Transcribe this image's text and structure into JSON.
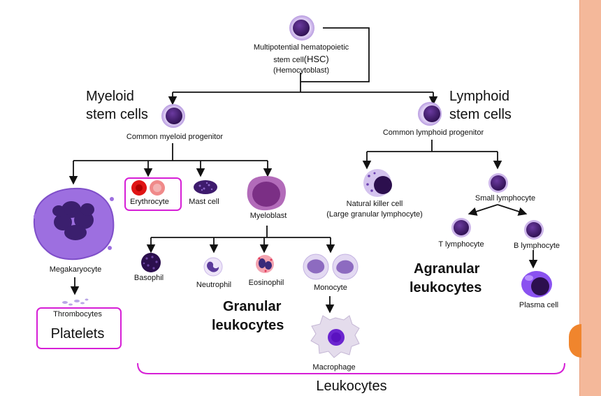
{
  "diagram": {
    "hsc": {
      "line1": "Multipotential hematopoietic",
      "line2": "stem cell",
      "abbr": "(HSC)",
      "line3": "(Hemocytoblast)"
    },
    "myeloid": {
      "line1": "Myeloid",
      "line2": "stem cells",
      "progenitor": "Common myeloid progenitor"
    },
    "lymphoid": {
      "line1": "Lymphoid",
      "line2": "stem cells",
      "progenitor": "Common lymphoid progenitor"
    },
    "cells": {
      "megakaryocyte": "Megakaryocyte",
      "thrombocytes": "Thrombocytes",
      "platelets": "Platelets",
      "erythrocyte": "Erythrocyte",
      "mast_cell": "Mast cell",
      "myeloblast": "Myeloblast",
      "basophil": "Basophil",
      "neutrophil": "Neutrophil",
      "eosinophil": "Eosinophil",
      "monocyte": "Monocyte",
      "macrophage": "Macrophage",
      "nk_line1": "Natural killer cell",
      "nk_line2": "(Large granular lymphocyte)",
      "small_lymphocyte": "Small lymphocyte",
      "t_lymphocyte": "T lymphocyte",
      "b_lymphocyte": "B lymphocyte",
      "plasma_cell": "Plasma cell"
    },
    "groups": {
      "granular_line1": "Granular",
      "granular_line2": "leukocytes",
      "agranular_line1": "Agranular",
      "agranular_line2": "leukocytes",
      "leukocytes": "Leukocytes"
    },
    "colors": {
      "stem_fill": "#4a2572",
      "stem_halo": "#cdb6ea",
      "highlight": "#d61fd6",
      "accent_orange": "#f0852d",
      "sidebar_peach": "#f4b89a"
    }
  }
}
